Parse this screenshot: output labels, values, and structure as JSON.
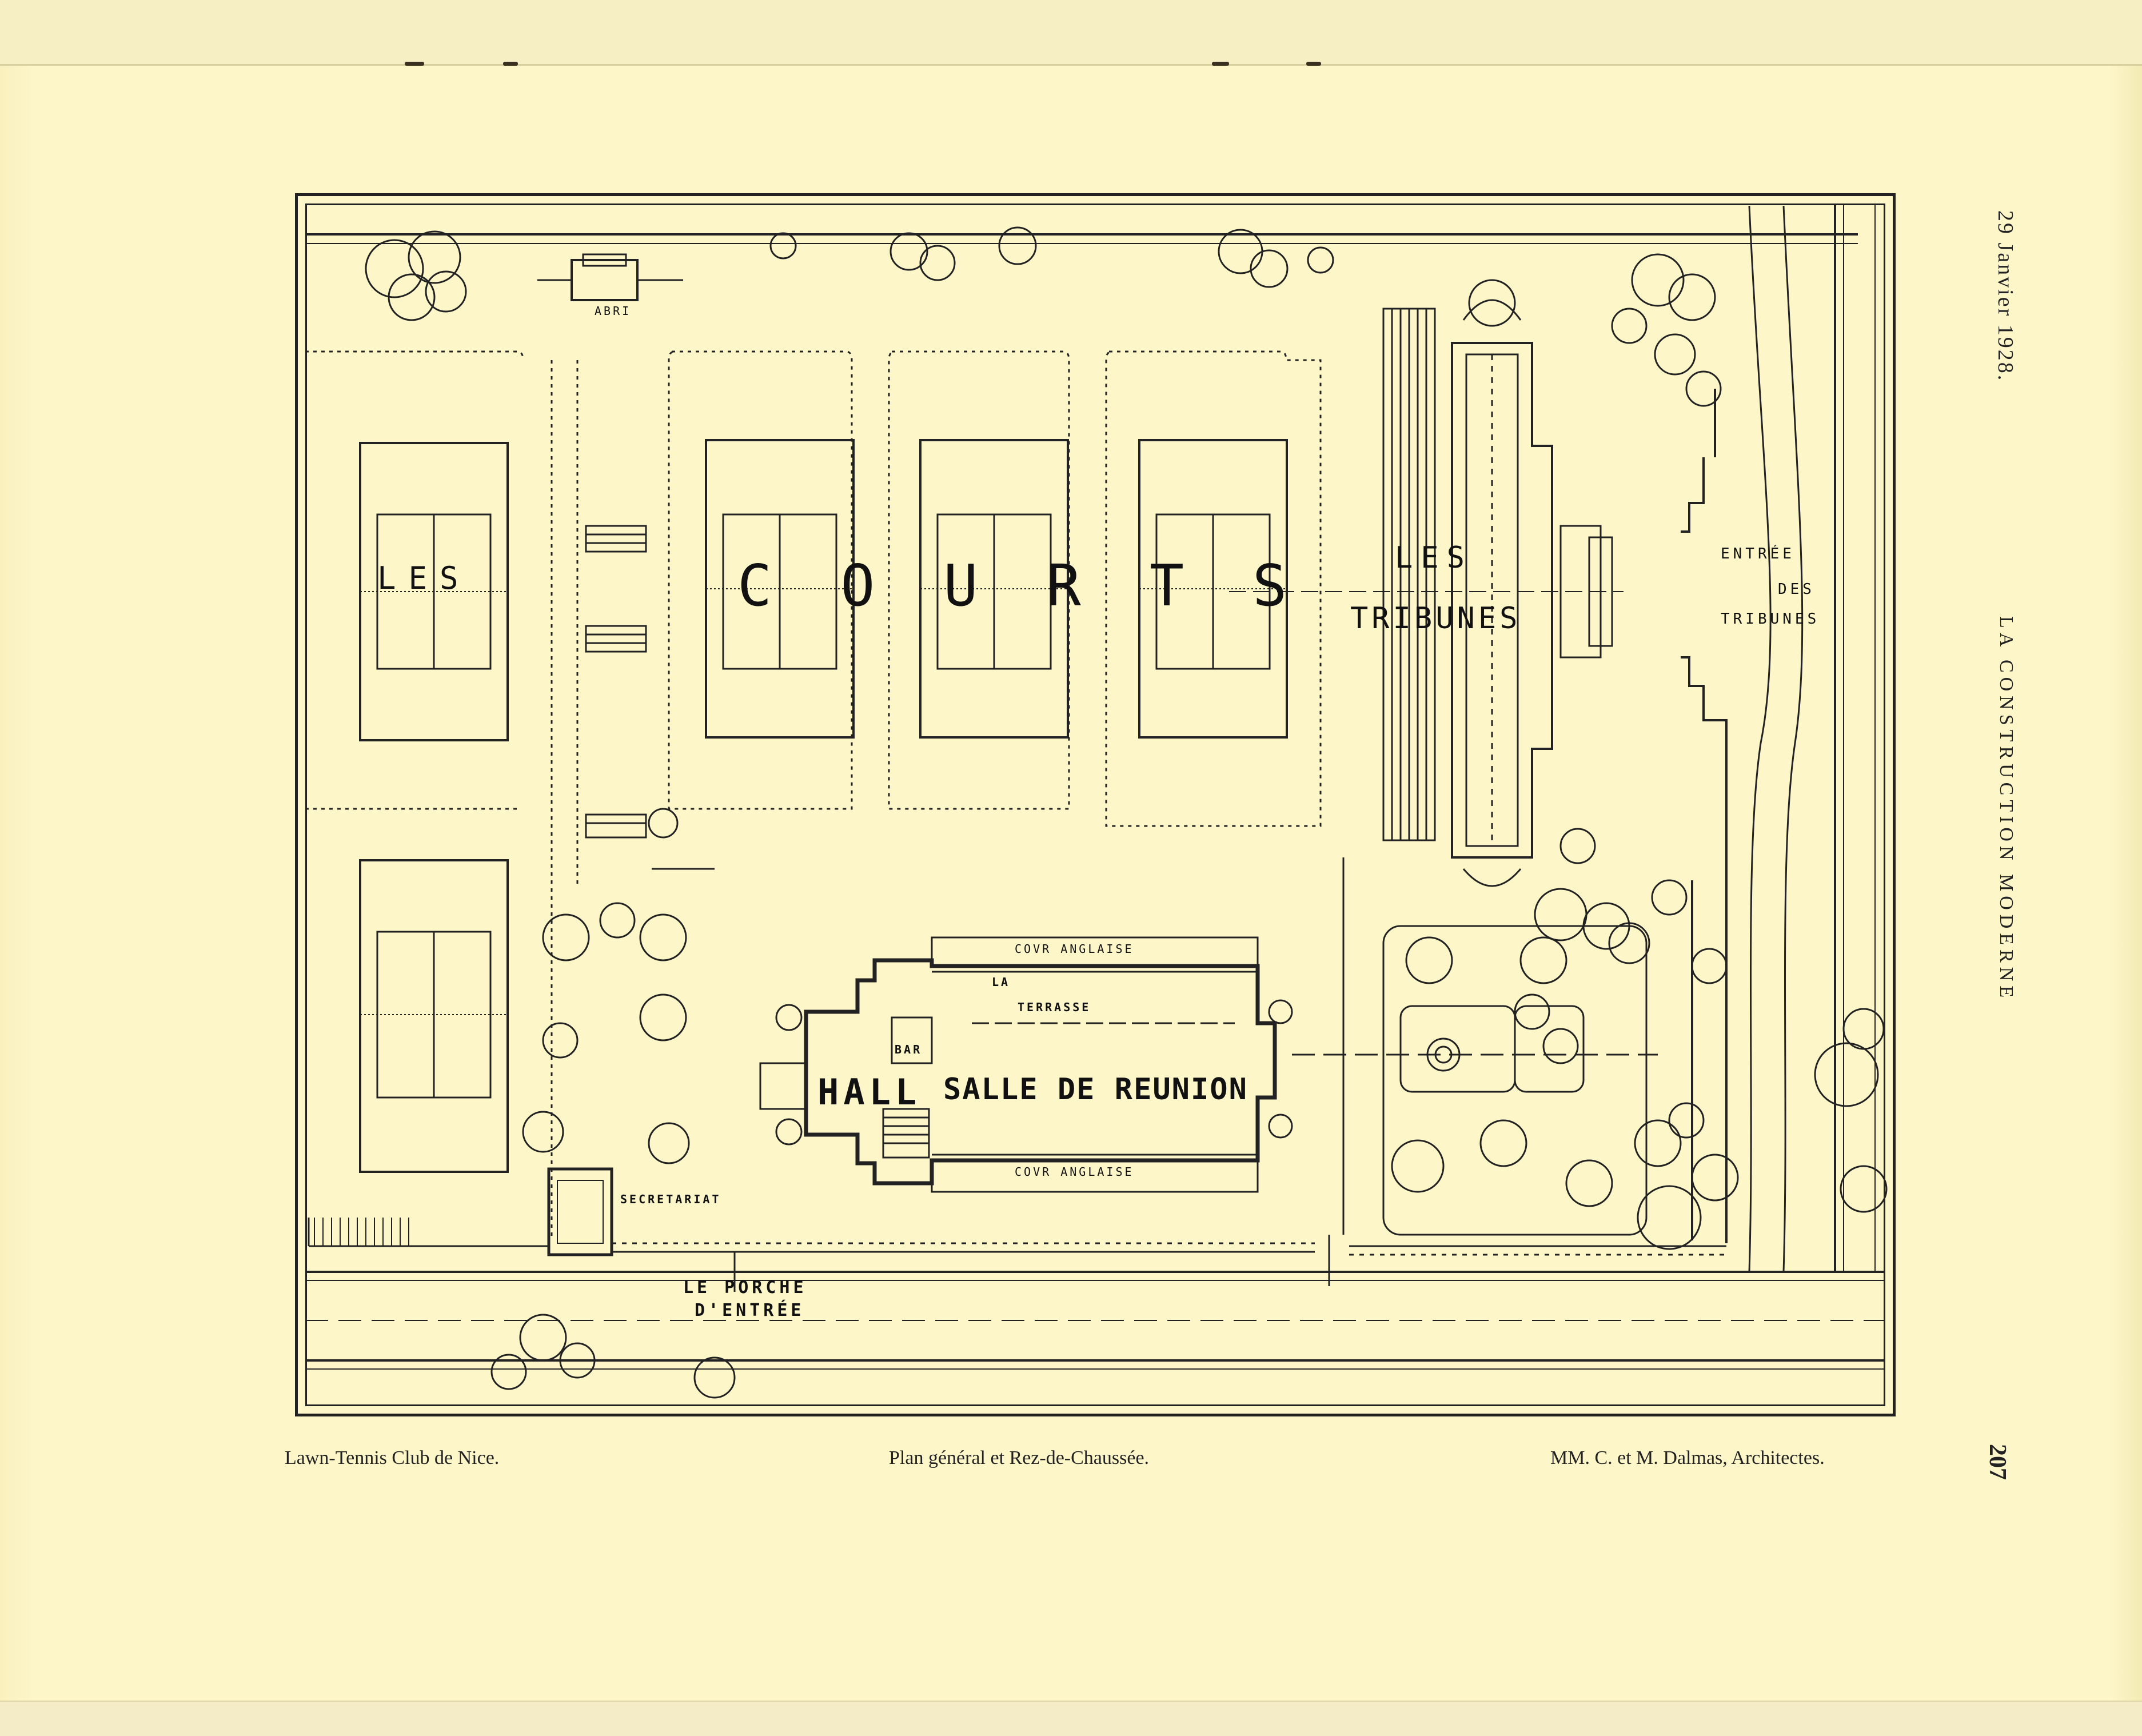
{
  "running_header": {
    "date": "29 Janvier 1928.",
    "journal": "LA CONSTRUCTION MODERNE"
  },
  "page_number": "207",
  "captions": {
    "left": "Lawn-Tennis Club de Nice.",
    "center": "Plan général et Rez-de-Chaussée.",
    "right": "MM. C. et M. Dalmas, Architectes."
  },
  "plan_labels": {
    "abri": "ABRI",
    "les": "LES",
    "courts": "COURTS",
    "les_tribunes": "LES",
    "tribunes": "TRIBUNES",
    "entree": "ENTRÉE",
    "des": "DES",
    "entree_tribunes": "TRIBUNES",
    "cour_anglaise_top": "COVR ANGLAISE",
    "la": "LA",
    "terrasse": "TERRASSE",
    "bar": "BAR",
    "hall": "HALL",
    "salle": "SALLE DE REUNION",
    "cour_anglaise_bottom": "COVR ANGLAISE",
    "secretariat": "SECRETARIAT",
    "le_porche": "LE PORCHE",
    "d_entree": "D'ENTRÉE"
  },
  "colors": {
    "paper": "#fdf6c9",
    "ink": "#222222"
  }
}
